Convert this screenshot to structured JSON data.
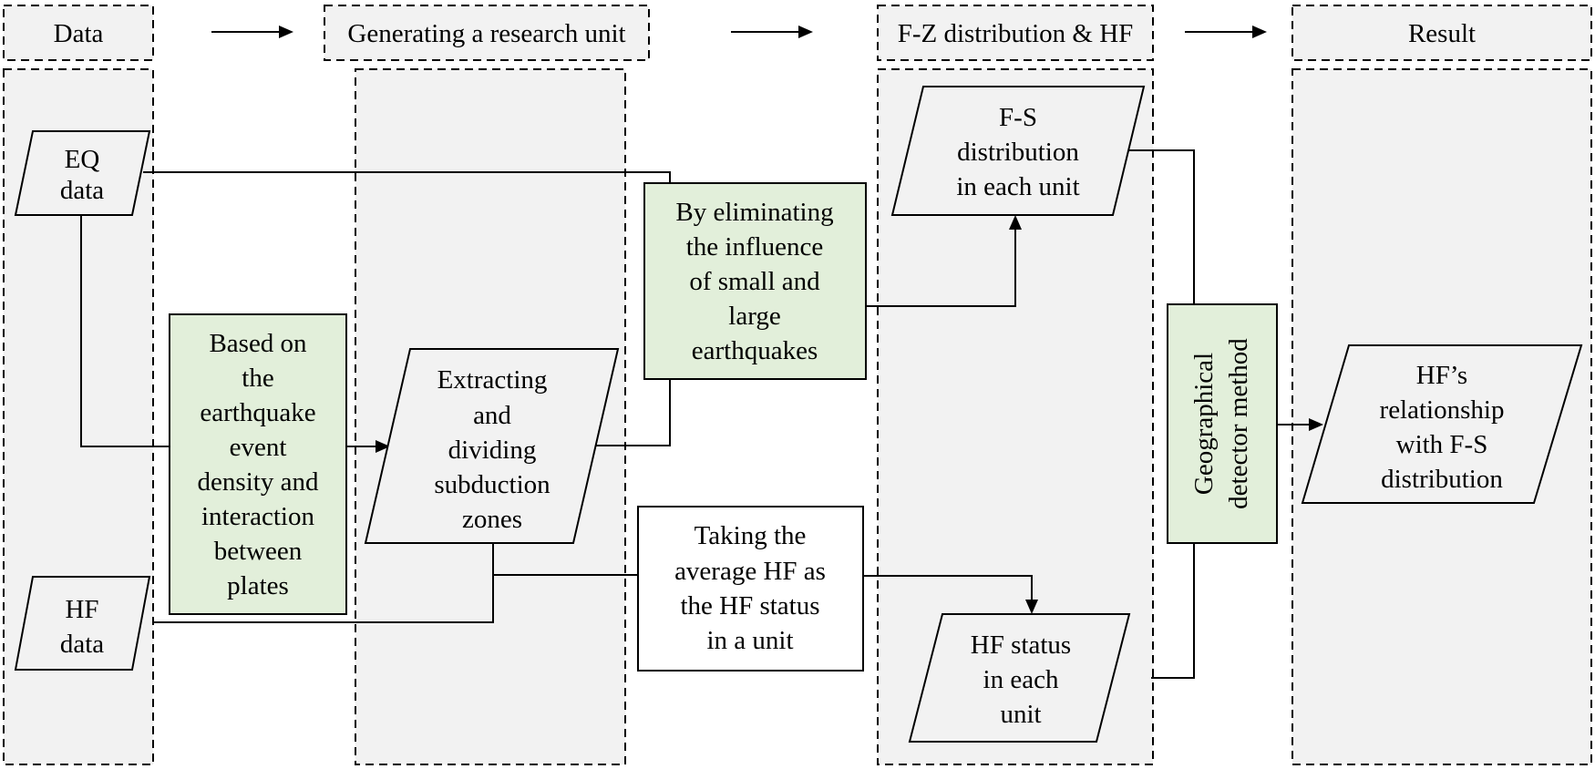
{
  "headers": {
    "data": "Data",
    "generating": "Generating a research unit",
    "fz": "F-Z distribution & HF",
    "result": "Result"
  },
  "nodes": {
    "eq_data": [
      "EQ",
      "data"
    ],
    "hf_data": [
      "HF",
      "data"
    ],
    "based_on": [
      "Based on",
      "the",
      "earthquake",
      "event",
      "density and",
      "interaction",
      "between",
      "plates"
    ],
    "extracting": [
      "Extracting",
      "and",
      "dividing",
      "subduction",
      "zones"
    ],
    "eliminating": [
      "By eliminating",
      "the influence",
      "of small and",
      "large",
      "earthquakes"
    ],
    "taking_avg": [
      "Taking the",
      "average HF as",
      "the HF status",
      "in a unit"
    ],
    "fs_distribution": [
      "F-S",
      "distribution",
      "in each unit"
    ],
    "hf_status": [
      "HF status",
      "in each",
      "unit"
    ],
    "geo_detector": [
      "Geographical",
      "detector method"
    ],
    "relationship": [
      "HF’s",
      "relationship",
      "with F-S",
      "distribution"
    ]
  },
  "colors": {
    "column_fill": "#f2f2f2",
    "method_fill": "#e2efda",
    "plain_fill": "#ffffff",
    "stroke": "#000000"
  }
}
